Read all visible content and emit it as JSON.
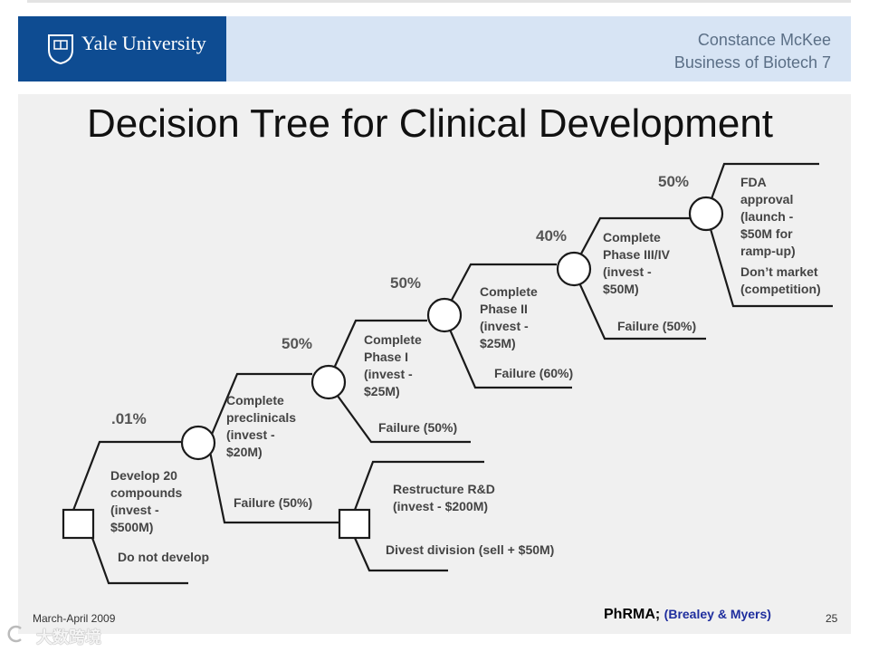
{
  "header": {
    "logo_text": "Yale University",
    "presenter_name": "Constance McKee",
    "course": "Business of Biotech 7"
  },
  "slide": {
    "title": "Decision Tree for Clinical Development"
  },
  "tree": {
    "nodes": [
      {
        "id": "d1",
        "type": "decision",
        "label": "decision-node-develop"
      },
      {
        "id": "c1",
        "type": "chance",
        "label": "chance-node-preclinicals"
      },
      {
        "id": "d2",
        "type": "decision",
        "label": "decision-node-restructure"
      },
      {
        "id": "c2",
        "type": "chance",
        "label": "chance-node-phase1"
      },
      {
        "id": "c3",
        "type": "chance",
        "label": "chance-node-phase2"
      },
      {
        "id": "c4",
        "type": "chance",
        "label": "chance-node-phase3"
      },
      {
        "id": "c5",
        "type": "chance",
        "label": "chance-node-fda"
      }
    ],
    "probabilities": {
      "p1": ".01%",
      "p2": "50%",
      "p3": "50%",
      "p4": "40%",
      "p5": "50%"
    },
    "labels": {
      "develop": "Develop 20 compounds (invest - $500M)",
      "do_not_develop": "Do not develop",
      "preclinicals": "Complete preclinicals (invest - $20M)",
      "failure_preclinicals": "Failure (50%)",
      "restructure": "Restructure R&D (invest - $200M)",
      "divest": "Divest division (sell + $50M)",
      "phase1": "Complete Phase I (invest - $25M)",
      "failure_phase1": "Failure (50%)",
      "phase2": "Complete Phase II (invest - $25M)",
      "failure_phase2": "Failure (60%)",
      "phase3": "Complete Phase III/IV (invest - $50M)",
      "failure_phase3": "Failure (50%)",
      "fda": "FDA approval (launch - $50M for ramp-up)",
      "dont_market": "Don’t market (competition)"
    }
  },
  "footer": {
    "date": "March-April 2009",
    "source_org": "PhRMA;",
    "source_authors": "(Brealey & Myers)",
    "page_number": "25",
    "watermark": "大数跨境"
  },
  "colors": {
    "header_bg": "#d7e4f4",
    "logo_bg": "#0e4c92",
    "panel_bg": "#f0f0f0",
    "line": "#1a1a1a",
    "source_authors": "#1f2e9e"
  }
}
